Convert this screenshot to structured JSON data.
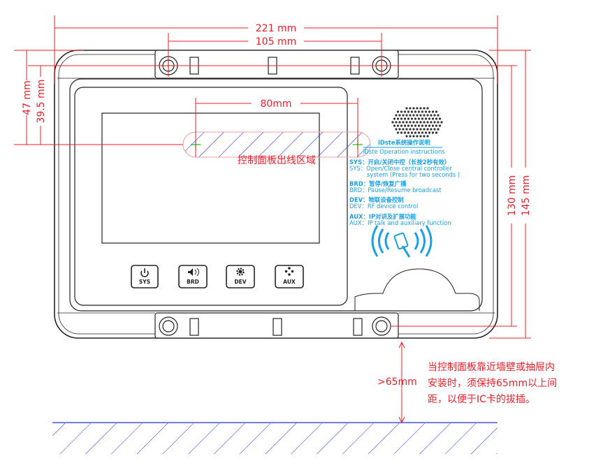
{
  "dimensions": {
    "width_total": "221 mm",
    "bracket_holes": "105 mm",
    "height_top_to_cable": "47 mm",
    "hole_to_cable": "39.5 mm",
    "cable_span": "80mm",
    "hole_vertical": "130 mm",
    "height_total": "145 mm",
    "clearance": ">65mm"
  },
  "cable_area_label": "控制面板出线区域",
  "instructions": {
    "title_cn": "iDste系统操作说明",
    "title_en": "iDste Operation instructions",
    "items": [
      {
        "cn": "SYS：开启/关闭中控（长按2秒有效）",
        "en": "SYS：Open/Close central controller",
        "en2": "system (Press for two seconds )"
      },
      {
        "cn": "BRD：暂停/恢复广播",
        "en": "BRD：Pause/Resume broadcast"
      },
      {
        "cn": "DEV：物联设备控制",
        "en": "DEV：RF device control"
      },
      {
        "cn": "AUX：IP对讲及扩展功能",
        "en": "AUX：IP talk and auxiliary function"
      }
    ]
  },
  "buttons": [
    {
      "label": "SYS",
      "icon": "power-icon"
    },
    {
      "label": "BRD",
      "icon": "speaker-icon"
    },
    {
      "label": "DEV",
      "icon": "gear-icon"
    },
    {
      "label": "AUX",
      "icon": "dpad-icon"
    }
  ],
  "note_lines": [
    "当控制面板靠近墙壁或抽屉内",
    "安装时，须保持65mm以上间",
    "距，以便于IC卡的拔插。"
  ],
  "colors": {
    "dimension": "#e8202a",
    "instructions": "#1aa0e0",
    "hatch": "#2233dd",
    "center": "#00cc00"
  }
}
